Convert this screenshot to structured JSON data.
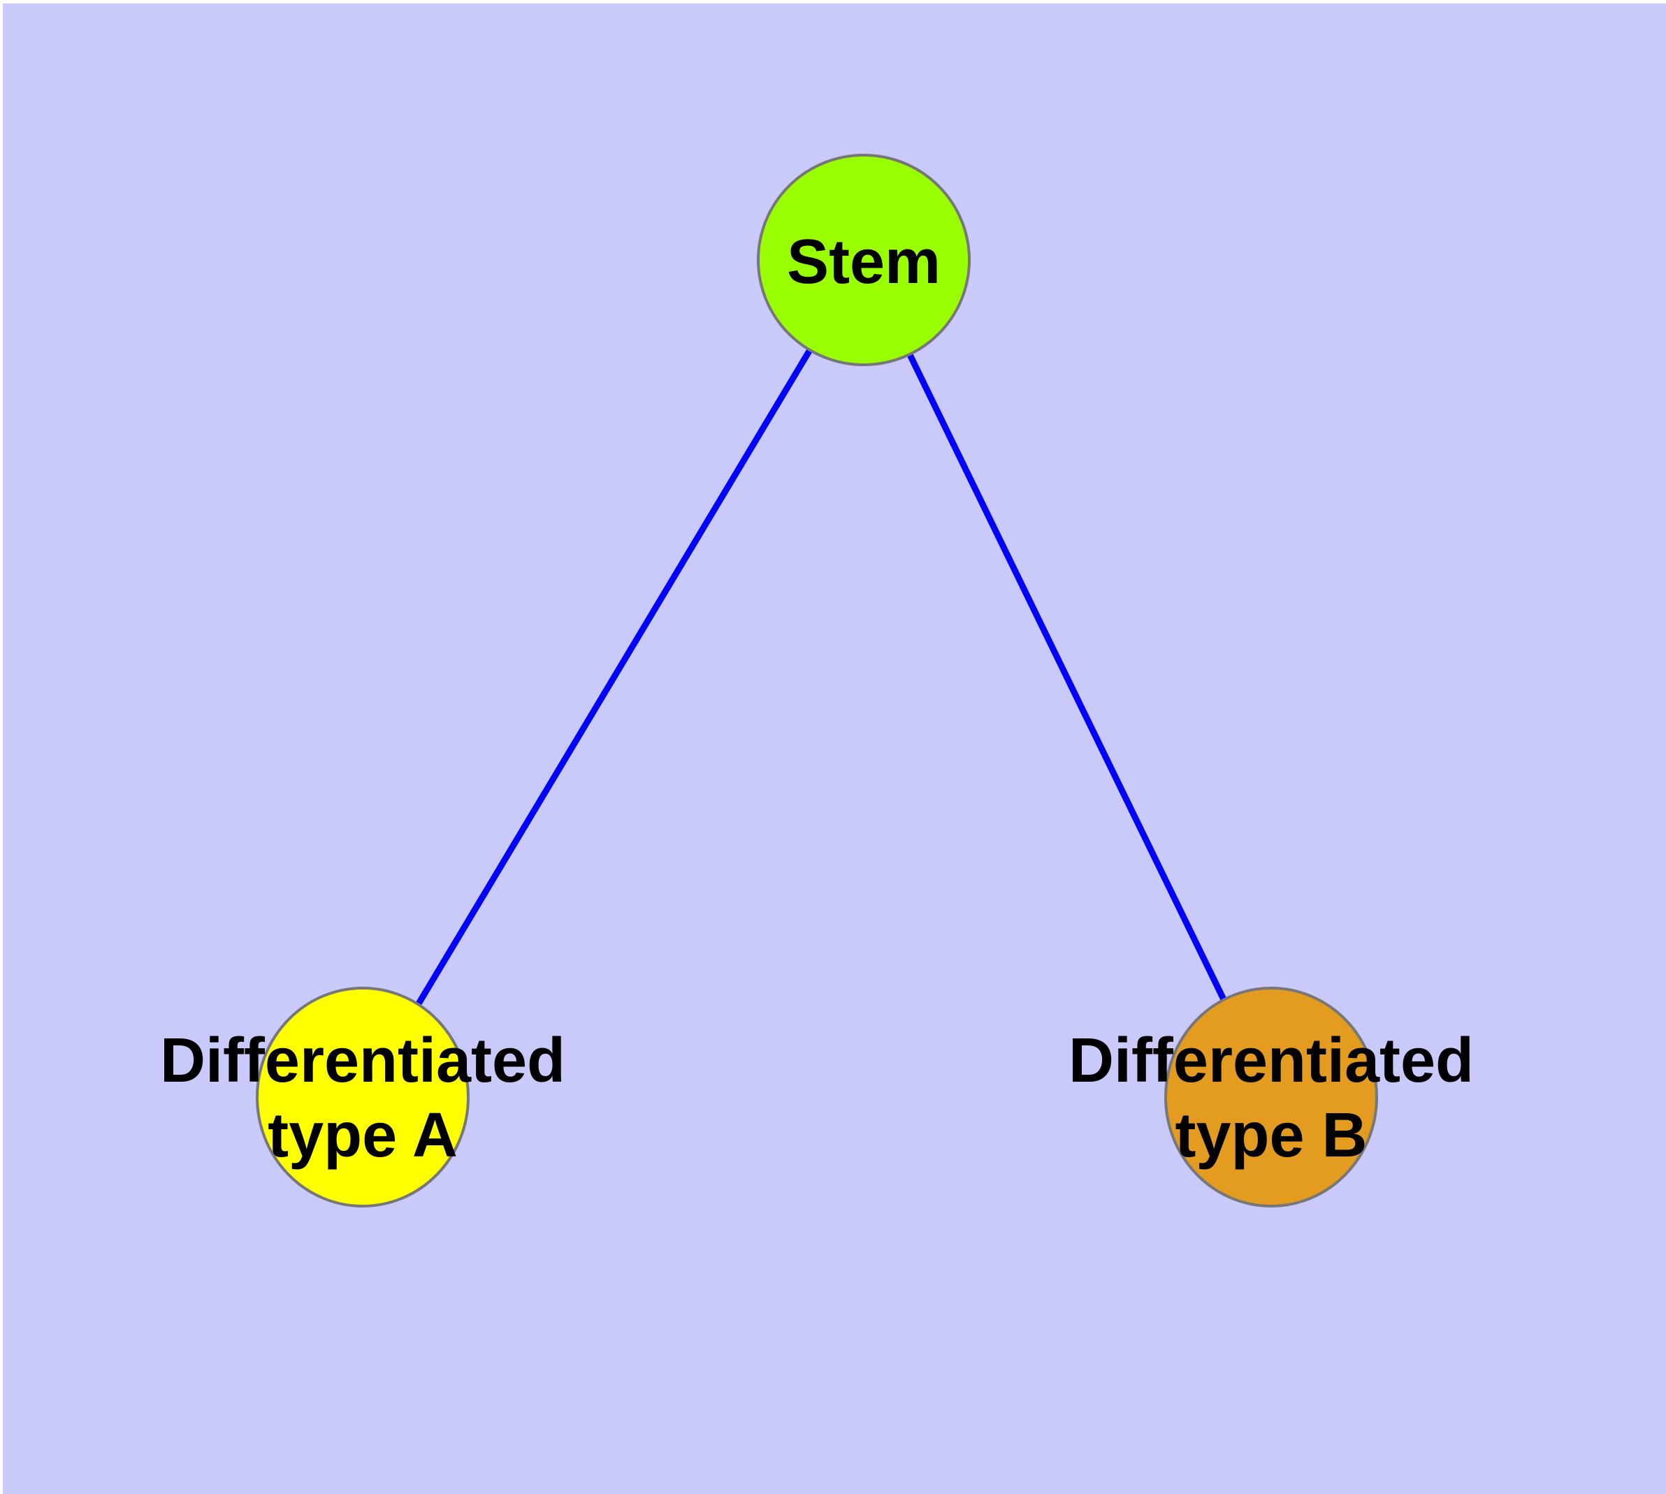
{
  "canvas": {
    "frame_color": "#FFFFFF",
    "background": "#C9C9FA"
  },
  "nodes": {
    "stem": {
      "label": "Stem",
      "fill": "#99FF00",
      "border": "#777777",
      "text_color": "#000000"
    },
    "type_a": {
      "label_line1": "Differentiated",
      "label_line2": "type A",
      "fill": "#FFFF00",
      "border": "#777777",
      "text_color": "#000000"
    },
    "type_b": {
      "label_line1": "Differentiated",
      "label_line2": "type B",
      "fill": "#E39B20",
      "border": "#777777",
      "text_color": "#000000"
    }
  },
  "edges": [
    {
      "from": "Stem",
      "to": "Differentiated type A",
      "color": "#0000FF"
    },
    {
      "from": "Stem",
      "to": "Differentiated type B",
      "color": "#0000FF"
    }
  ]
}
